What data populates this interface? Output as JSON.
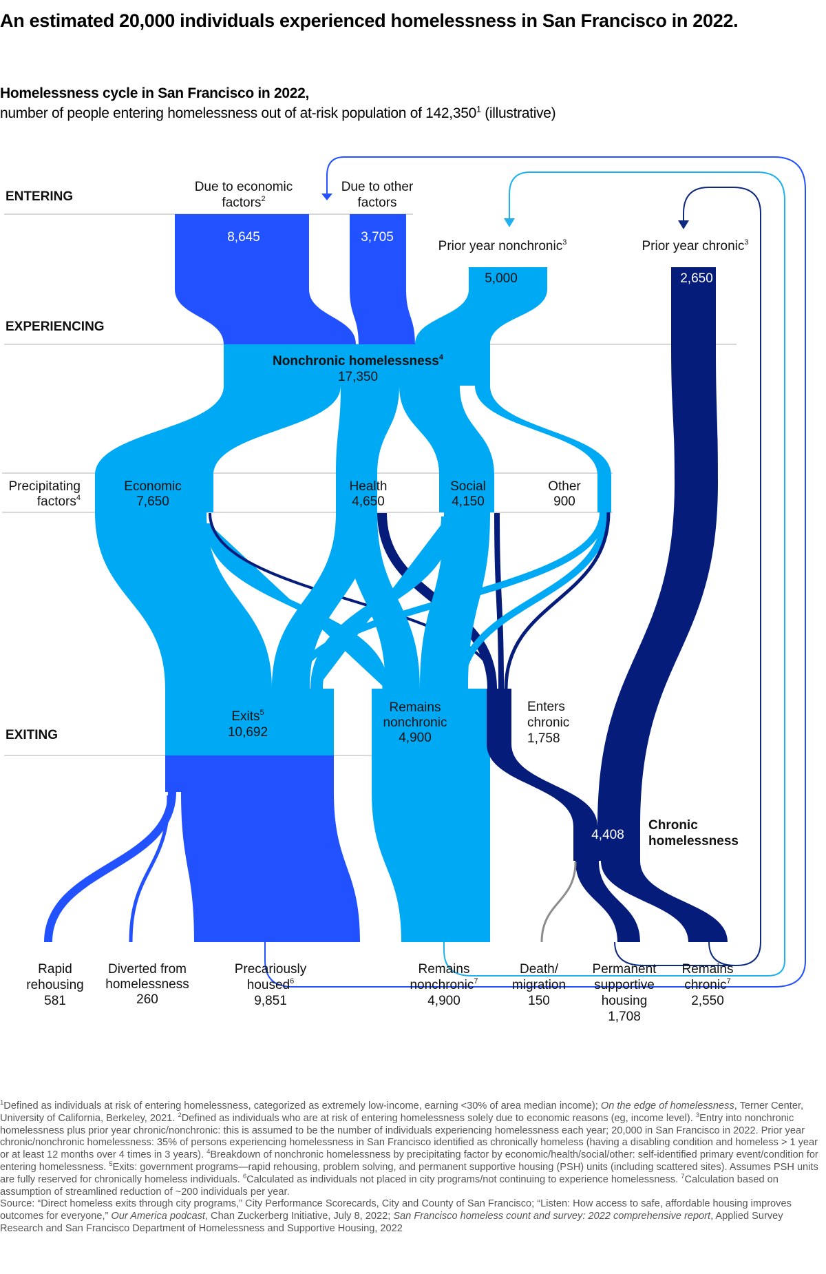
{
  "header": {
    "title": "An estimated 20,000 individuals experienced homelessness in San Francisco in 2022.",
    "subtitle_bold": "Homelessness cycle in San Francisco in 2022,",
    "subtitle_text": "number of people entering homelessness out of at-risk population of 142,350",
    "subtitle_sup": "1",
    "subtitle_tail": " (illustrative)"
  },
  "colors": {
    "economic_blue": "#2251ff",
    "nonchronic_cyan": "#00a9f4",
    "chronic_navy": "#051c7a",
    "gray_death": "#8c8c8c",
    "divider": "#c0c0c0"
  },
  "stages": {
    "entering": "ENTERING",
    "experiencing": "EXPERIENCING",
    "precipitating": [
      "Precipitating",
      "factors"
    ],
    "precipitating_sup": "4",
    "exiting": "EXITING"
  },
  "chart_data": {
    "type": "sankey",
    "title": "Homelessness cycle in San Francisco in 2022",
    "nodes": [
      {
        "id": "due_economic",
        "label": "Due to economic factors",
        "sup": "2",
        "value": 8645,
        "stage": "entering"
      },
      {
        "id": "due_other",
        "label": "Due to other factors",
        "value": 3705,
        "stage": "entering"
      },
      {
        "id": "prior_nonchronic",
        "label": "Prior year nonchronic",
        "sup": "3",
        "value": 5000,
        "stage": "entering"
      },
      {
        "id": "prior_chronic",
        "label": "Prior year chronic",
        "sup": "3",
        "value": 2650,
        "stage": "entering"
      },
      {
        "id": "nonchronic",
        "label": "Nonchronic homelessness",
        "sup": "4",
        "value": 17350,
        "stage": "experiencing"
      },
      {
        "id": "economic",
        "label": "Economic",
        "value": 7650,
        "stage": "precipitating"
      },
      {
        "id": "health",
        "label": "Health",
        "value": 4650,
        "stage": "precipitating"
      },
      {
        "id": "social",
        "label": "Social",
        "value": 4150,
        "stage": "precipitating"
      },
      {
        "id": "other",
        "label": "Other",
        "value": 900,
        "stage": "precipitating"
      },
      {
        "id": "exits",
        "label": "Exits",
        "sup": "5",
        "value": 10692,
        "stage": "exiting"
      },
      {
        "id": "remains_nc_mid",
        "label": "Remains nonchronic",
        "value": 4900,
        "stage": "exiting"
      },
      {
        "id": "enters_chronic",
        "label": "Enters chronic",
        "value": 1758,
        "stage": "exiting"
      },
      {
        "id": "chronic",
        "label": "Chronic homelessness",
        "value": 4408,
        "stage": "exiting"
      },
      {
        "id": "rapid",
        "label": "Rapid rehousing",
        "value": 581,
        "stage": "outcome"
      },
      {
        "id": "diverted",
        "label": "Diverted from homelessness",
        "value": 260,
        "stage": "outcome"
      },
      {
        "id": "precarious",
        "label": "Precariously housed",
        "sup": "6",
        "value": 9851,
        "stage": "outcome"
      },
      {
        "id": "remains_nc",
        "label": "Remains nonchronic",
        "sup": "7",
        "value": 4900,
        "stage": "outcome"
      },
      {
        "id": "death",
        "label": "Death/ migration",
        "value": 150,
        "stage": "outcome"
      },
      {
        "id": "psh",
        "label": "Permanent supportive housing",
        "value": 1708,
        "stage": "outcome"
      },
      {
        "id": "remains_chronic",
        "label": "Remains chronic",
        "sup": "7",
        "value": 2550,
        "stage": "outcome"
      }
    ],
    "loops": [
      {
        "from": "precarious",
        "to": "due_other",
        "color": "economic_blue"
      },
      {
        "from": "remains_nc",
        "to": "prior_nonchronic",
        "color": "nonchronic_cyan"
      },
      {
        "from": "remains_chronic",
        "to": "prior_chronic",
        "color": "chronic_navy"
      },
      {
        "from": "psh",
        "to": "prior_chronic",
        "color": "chronic_navy"
      }
    ]
  },
  "labels": {
    "due_economic": [
      "Due to economic",
      "factors"
    ],
    "due_economic_sup": "2",
    "due_other": [
      "Due to other",
      "factors"
    ],
    "prior_nonchronic": "Prior year nonchronic",
    "prior_chronic": "Prior year chronic",
    "sup3": "3",
    "v_due_economic": "8,645",
    "v_due_other": "3,705",
    "v_prior_nonchronic": "5,000",
    "v_prior_chronic": "2,650",
    "nonchronic": "Nonchronic homelessness",
    "sup4": "4",
    "v_nonchronic": "17,350",
    "economic": "Economic",
    "v_economic": "7,650",
    "health": "Health",
    "v_health": "4,650",
    "social": "Social",
    "v_social": "4,150",
    "other": "Other",
    "v_other": "900",
    "exits": "Exits",
    "sup5": "5",
    "v_exits": "10,692",
    "remains_mid": [
      "Remains",
      "nonchronic"
    ],
    "v_remains_mid": "4,900",
    "enters_chronic": [
      "Enters",
      "chronic"
    ],
    "v_enters_chronic": "1,758",
    "v_chronic": "4,408",
    "chronic": [
      "Chronic",
      "homelessness"
    ],
    "rapid": [
      "Rapid",
      "rehousing"
    ],
    "v_rapid": "581",
    "diverted": [
      "Diverted from",
      "homelessness"
    ],
    "v_diverted": "260",
    "precarious": [
      "Precariously",
      "housed"
    ],
    "sup6": "6",
    "v_precarious": "9,851",
    "remains_nc": [
      "Remains",
      "nonchronic"
    ],
    "sup7": "7",
    "v_remains_nc": "4,900",
    "death": [
      "Death/",
      "migration"
    ],
    "v_death": "150",
    "psh": [
      "Permanent",
      "supportive",
      "housing"
    ],
    "v_psh": "1,708",
    "remains_chronic": [
      "Remains",
      "chronic"
    ],
    "v_remains_chronic": "2,550"
  },
  "footnotes": {
    "f1a": "Defined as individuals at risk of entering homelessness, categorized as extremely low-income, earning <30% of area median income); ",
    "f1_italic": "On the edge of homelessness",
    "f1b": ", Terner Center, University of California, Berkeley, 2021. ",
    "f2": "Defined as individuals who are at risk of entering homelessness solely due to economic reasons (eg, income level). ",
    "f3": "Entry into nonchronic homelessness plus prior year chronic/nonchronic: this is assumed to be the number of individuals experiencing homelessness each year; 20,000 in San Francisco in 2022. Prior year chronic/nonchronic homelessness: 35% of persons experiencing homelessness in San Francisco identified as chronically homeless (having a disabling condition and homeless > 1 year or at least 12 months over 4 times in 3 years). ",
    "f4": "Breakdown of nonchronic homelessness by precipitating factor by economic/health/social/other: self-identified primary event/condition for entering homelessness. ",
    "f5": "Exits: government programs—rapid rehousing, problem solving, and permanent supportive housing (PSH) units (including scattered sites). Assumes PSH units are fully reserved for chronically homeless individuals. ",
    "f6": "Calculated as individuals not placed in city programs/not continuing to experience homelessness. ",
    "f7": "Calculation based on assumption of streamlined reduction of ~200 individuals per year.",
    "source_a": "Source: “Direct homeless exits through city programs,” City Performance Scorecards, City and County of San Francisco; “Listen: How access to safe, affordable housing improves outcomes for everyone,” ",
    "source_italic1": "Our America podcast",
    "source_b": ", Chan Zuckerberg Initiative, July 8, 2022; ",
    "source_italic2": "San Francisco homeless count and survey: 2022 comprehensive report",
    "source_c": ", Applied Survey Research and San Francisco Department of Homelessness and Supportive Housing, 2022"
  }
}
